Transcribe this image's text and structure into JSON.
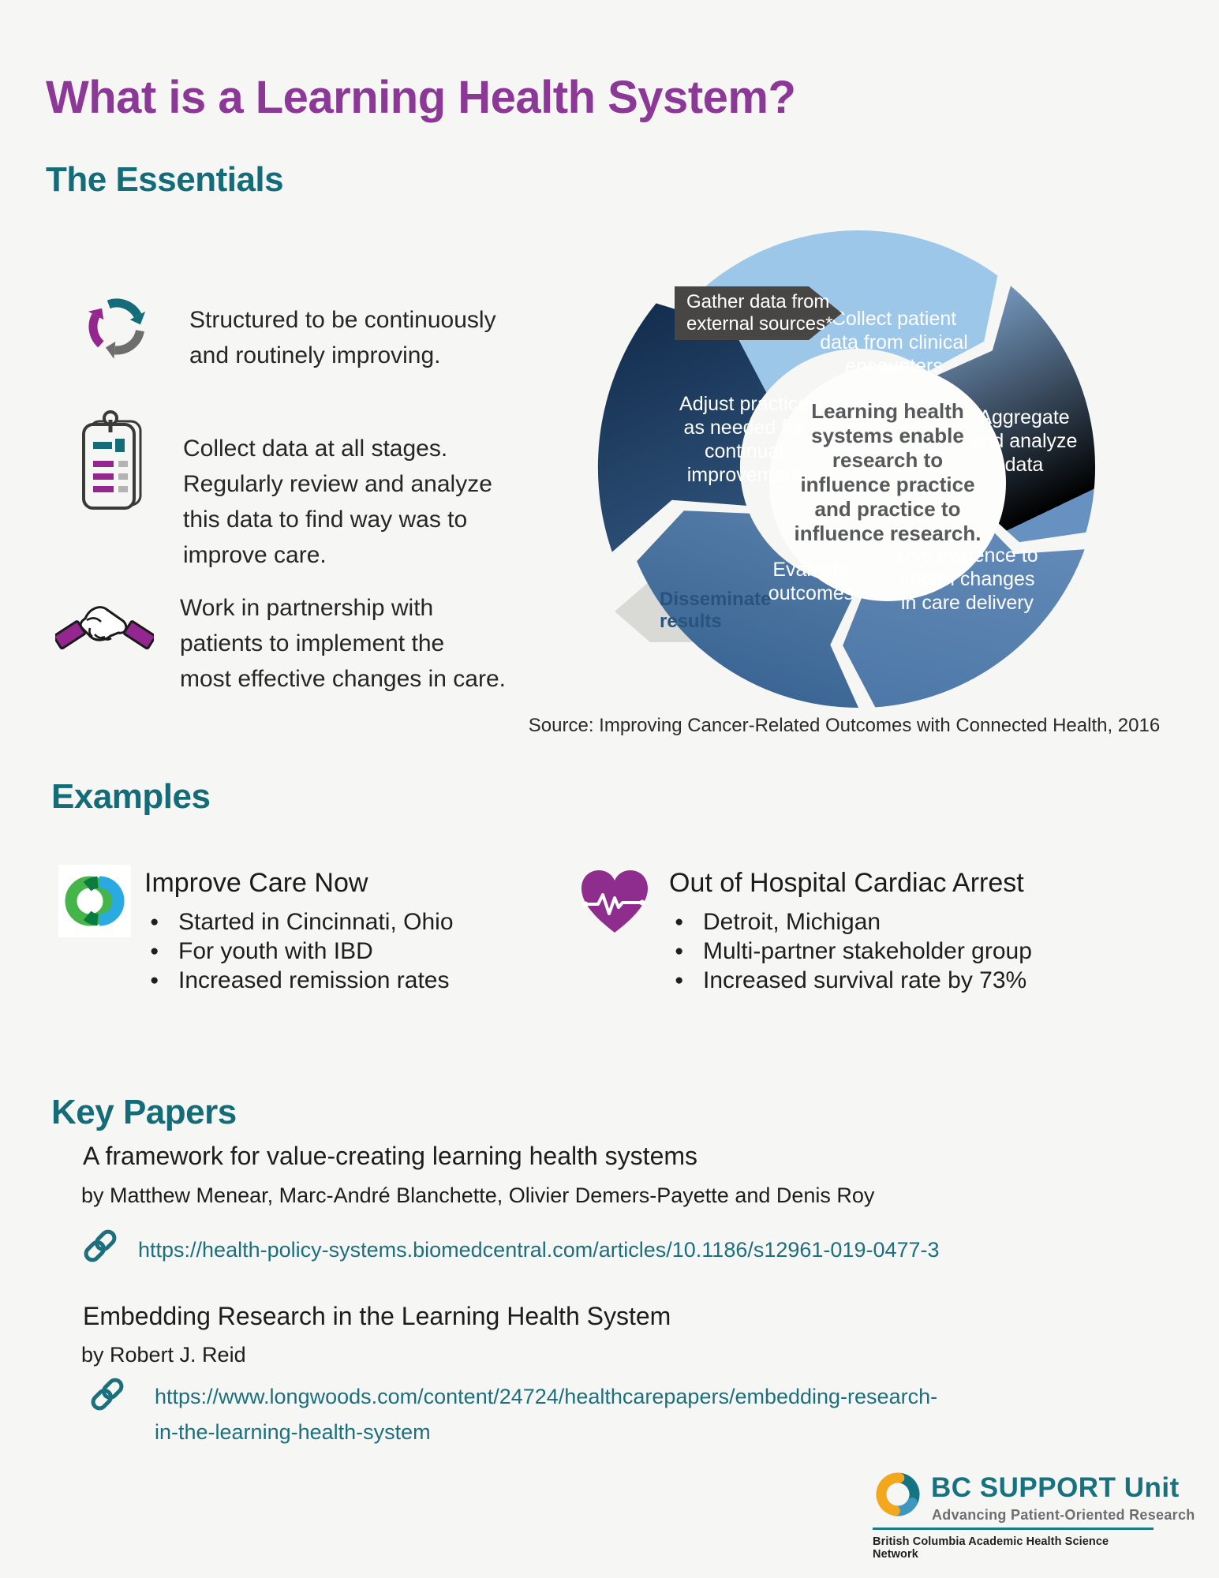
{
  "page": {
    "title": "What is a Learning Health System?",
    "colors": {
      "title_purple": "#8c3896",
      "heading_teal": "#136c77",
      "link_teal": "#1c6f7d",
      "accent_purple": "#93278f"
    }
  },
  "essentials": {
    "heading": "The Essentials",
    "items": [
      {
        "icon": "cycle-arrows-icon",
        "lines": [
          "Structured to be continuously",
          "and routinely improving."
        ]
      },
      {
        "icon": "clipboard-checklist-icon",
        "lines": [
          "Collect data at all stages.",
          "Regularly review and analyze",
          "this data to find way was to",
          "improve care."
        ]
      },
      {
        "icon": "handshake-icon",
        "lines": [
          "Work in partnership with",
          "patients to implement the",
          "most effective changes in care."
        ]
      }
    ]
  },
  "diagram": {
    "external_in_lines": [
      "Gather data from",
      "external sources*"
    ],
    "external_out_lines": [
      "Disseminate",
      "results"
    ],
    "center_lines": [
      "Learning health",
      "systems enable",
      "research to",
      "influence practice",
      "and practice to",
      "influence research."
    ],
    "segments": [
      {
        "color": "#9cc7e9",
        "lines": [
          "Collect patient",
          "data from clinical",
          "encounters"
        ]
      },
      {
        "color": "#6f9bca",
        "lines": [
          "Aggregate",
          "and analyze",
          "data"
        ]
      },
      {
        "color": "#5b84b2",
        "lines": [
          "Use evidence to",
          "inform changes",
          "in care delivery"
        ]
      },
      {
        "color": "#3e6997",
        "lines": [
          "Evaluate",
          "outcomes"
        ]
      },
      {
        "color": "#1c3a5c",
        "lines": [
          "Adjust practice",
          "as needed for",
          "continual",
          "improvement"
        ]
      }
    ],
    "source": "Source: Improving Cancer-Related Outcomes with Connected Health, 2016"
  },
  "examples": {
    "heading": "Examples",
    "cards": [
      {
        "icon": "improve-care-now-logo",
        "title": "Improve Care Now",
        "bullets": [
          "Started in Cincinnati, Ohio",
          "For youth with IBD",
          "Increased remission rates"
        ]
      },
      {
        "icon": "heart-pulse-icon",
        "title": "Out of Hospital Cardiac Arrest",
        "bullets": [
          "Detroit, Michigan",
          "Multi-partner stakeholder group",
          "Increased survival rate by 73%"
        ]
      }
    ]
  },
  "papers": {
    "heading": "Key Papers",
    "items": [
      {
        "title": "A framework for value-creating learning health systems",
        "authors": "by Matthew Menear, Marc-André Blanchette, Olivier Demers-Payette and Denis Roy",
        "url_lines": [
          "https://health-policy-systems.biomedcentral.com/articles/10.1186/s12961-019-0477-3"
        ]
      },
      {
        "title": "Embedding Research in the Learning Health System",
        "authors": "by Robert J. Reid",
        "url_lines": [
          "https://www.longwoods.com/content/24724/healthcarepapers/embedding-research-",
          "in-the-learning-health-system"
        ]
      }
    ]
  },
  "footer_logo": {
    "name": "BC SUPPORT Unit",
    "tagline": "Advancing Patient-Oriented Research",
    "network": "British Columbia Academic Health Science Network"
  }
}
